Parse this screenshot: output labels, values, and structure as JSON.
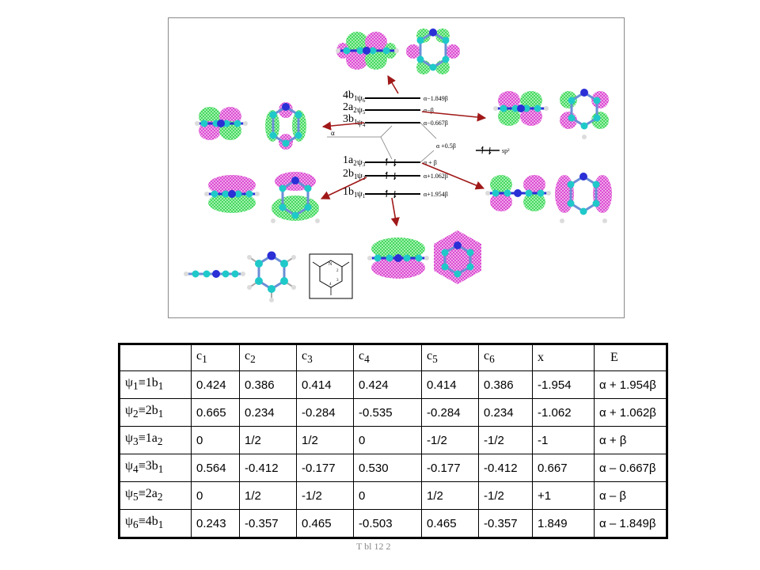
{
  "figure": {
    "levels": [
      {
        "label": "4b",
        "sub": "1",
        "psi": "ψ",
        "psi_sub": "6",
        "energy": "α−1.849β"
      },
      {
        "label": "2a",
        "sub": "2",
        "psi": "ψ",
        "psi_sub": "5",
        "energy": "α−β"
      },
      {
        "label": "3b",
        "sub": "1",
        "psi": "ψ",
        "psi_sub": "4",
        "energy": "α−0.667β"
      },
      {
        "label": "1a",
        "sub": "2",
        "psi": "ψ",
        "psi_sub": "3",
        "energy": "α + β"
      },
      {
        "label": "2b",
        "sub": "1",
        "psi": "ψ",
        "psi_sub": "2",
        "energy": "α+1.062β"
      },
      {
        "label": "1b",
        "sub": "1",
        "psi": "ψ",
        "psi_sub": "1",
        "energy": "α+1.954β"
      }
    ],
    "alpha_label": "α",
    "n_level_energy": "α +0.5β",
    "sp2_label": "sp²",
    "structure_atom_labels": [
      "N",
      "2",
      "3",
      "4"
    ],
    "colors": {
      "carbon": "#1fc9c9",
      "nitrogen": "#2a2fd6",
      "hydrogen": "#dcdcdc",
      "lobe_green": "#3ee05a",
      "lobe_magenta": "#e040d8",
      "arrow": "#a01818"
    }
  },
  "table": {
    "headers": [
      {
        "main": "",
        "sub": ""
      },
      {
        "main": "c",
        "sub": "1"
      },
      {
        "main": "c",
        "sub": "2"
      },
      {
        "main": "c",
        "sub": "3"
      },
      {
        "main": "c",
        "sub": "4"
      },
      {
        "main": "c",
        "sub": "5"
      },
      {
        "main": "c",
        "sub": "6"
      },
      {
        "main": "x",
        "sub": ""
      },
      {
        "main": "E",
        "sub": ""
      }
    ],
    "rows": [
      {
        "psi_sub": "1",
        "sym": "1b",
        "sym_sub": "1",
        "cells": [
          "0.424",
          "0.386",
          "0.414",
          "0.424",
          "0.414",
          "0.386",
          "-1.954",
          "α + 1.954β"
        ]
      },
      {
        "psi_sub": "2",
        "sym": "2b",
        "sym_sub": "1",
        "cells": [
          "0.665",
          "0.234",
          "-0.284",
          "-0.535",
          "-0.284",
          "0.234",
          "-1.062",
          "α + 1.062β"
        ]
      },
      {
        "psi_sub": "3",
        "sym": "1a",
        "sym_sub": "2",
        "cells": [
          "0",
          "1/2",
          "1/2",
          "0",
          "-1/2",
          "-1/2",
          "-1",
          "α + β"
        ]
      },
      {
        "psi_sub": "4",
        "sym": "3b",
        "sym_sub": "1",
        "cells": [
          "0.564",
          "-0.412",
          "-0.177",
          "0.530",
          "-0.177",
          "-0.412",
          "0.667",
          "α – 0.667β"
        ]
      },
      {
        "psi_sub": "5",
        "sym": "2a",
        "sym_sub": "2",
        "cells": [
          "0",
          "1/2",
          "-1/2",
          "0",
          "1/2",
          "-1/2",
          "+1",
          "α – β"
        ]
      },
      {
        "psi_sub": "6",
        "sym": "4b",
        "sym_sub": "1",
        "cells": [
          "0.243",
          "-0.357",
          "0.465",
          "-0.503",
          "0.465",
          "-0.357",
          "1.849",
          "α – 1.849β"
        ]
      }
    ],
    "psi_symbol": "ψ",
    "equiv_symbol": "≡"
  },
  "caption_fragment": "T bl 12 2"
}
